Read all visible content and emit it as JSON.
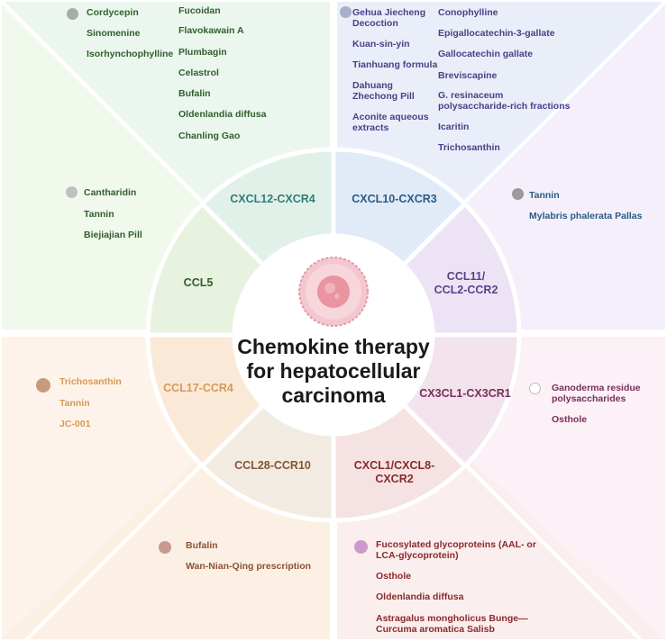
{
  "title": [
    "Chemokine therapy",
    "for hepatocellular",
    "carcinoma"
  ],
  "axes": [
    {
      "id": "cxcl12",
      "label": "CXCL12-CXCR4",
      "color": "#2f7f74"
    },
    {
      "id": "cxcl10",
      "label": "CXCL10-CXCR3",
      "color": "#285c86"
    },
    {
      "id": "ccl11",
      "label": "CCL11/\nCCL2-CCR2",
      "color": "#5b3f8b"
    },
    {
      "id": "cx3cl1",
      "label": "CX3CL1-CX3CR1",
      "color": "#7a2d5e"
    },
    {
      "id": "cxcl1",
      "label": "CXCL1/CXCL8-\nCXCR2",
      "color": "#8a2a2a"
    },
    {
      "id": "ccl28",
      "label": "CCL28-CCR10",
      "color": "#8a5236"
    },
    {
      "id": "ccl17",
      "label": "CCL17-CCR4",
      "color": "#d69a56"
    },
    {
      "id": "ccl5",
      "label": "CCL5",
      "color": "#2f5f2c"
    }
  ],
  "groups": {
    "cxcl12_a": {
      "dot": "#aaaaaa",
      "color": "#2f5f2c",
      "items": [
        "Cordycepin",
        "Sinomenine",
        "Isorhynchophylline"
      ]
    },
    "cxcl12_b": {
      "color": "#2f5f2c",
      "items": [
        "Fucoidan",
        "Flavokawain A",
        "Plumbagin",
        "Celastrol",
        "Bufalin",
        "Oldenlandia diffusa",
        "Chanling Gao"
      ]
    },
    "cxcl10_a": {
      "dot": "#aab0c8",
      "color": "#4b3f86",
      "items": [
        "Gehua Jiecheng Decoction",
        "Kuan-sin-yin",
        "Tianhuang formula",
        "Dahuang Zhechong Pill",
        "Aconite aqueous extracts"
      ]
    },
    "cxcl10_b": {
      "color": "#4b3f86",
      "items": [
        "Conophylline",
        "Epigallocatechin-3-gallate",
        "Gallocatechin gallate",
        "Breviscapine",
        "G. resinaceum polysaccharide-rich fractions",
        "Icaritin",
        "Trichosanthin"
      ]
    },
    "ccl11": {
      "dot": "#9a9a9a",
      "color": "#285c86",
      "items": [
        "Tannin",
        "Mylabris phalerata Pallas"
      ]
    },
    "ccl5": {
      "dot": "#c0c0c0",
      "color": "#2f5f2c",
      "items": [
        "Cantharidin",
        "Tannin",
        "Biejiajian Pill"
      ]
    },
    "cx3cl1": {
      "dot": "#ffffff",
      "color": "#7a2d5e",
      "items": [
        "Ganoderma residue polysaccharides",
        "Osthole"
      ]
    },
    "ccl17": {
      "dot": "#c79a80",
      "color": "#d69a56",
      "items": [
        "Trichosanthin",
        "Tannin",
        "JC-001"
      ]
    },
    "ccl28": {
      "dot": "#c79a90",
      "color": "#8a5236",
      "items": [
        "Bufalin",
        "Wan-Nian-Qing prescription"
      ]
    },
    "cxcl1": {
      "dot": "#cc99cc",
      "color": "#8a2a2a",
      "items": [
        "Fucosylated glycoproteins (AAL- or LCA-glycoprotein)",
        "Osthole",
        "Oldenlandia diffusa",
        "Astragalus mongholicus Bunge—Curcuma aromatica Salisb"
      ]
    }
  }
}
